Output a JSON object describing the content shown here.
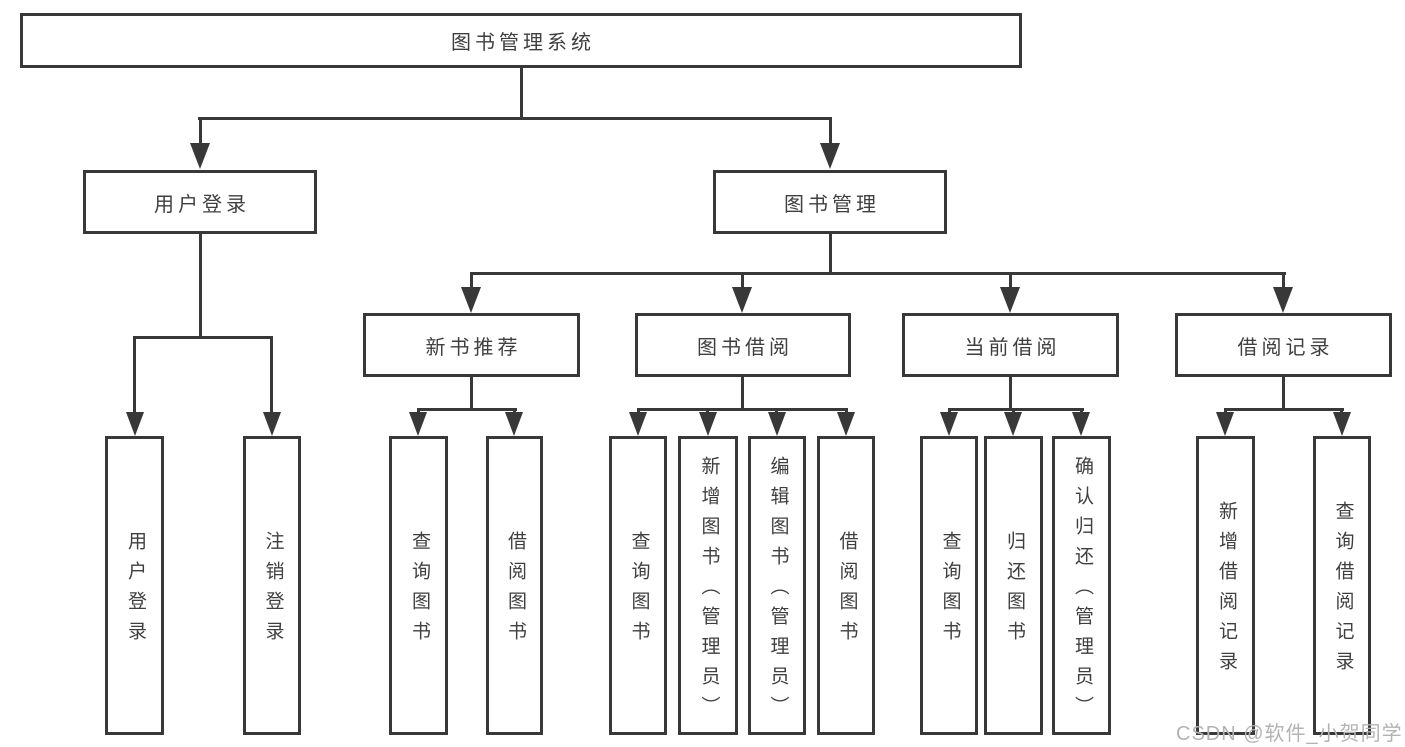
{
  "diagram": {
    "title_node": {
      "label": "图书管理系统"
    },
    "level2": [
      {
        "label": "用户登录"
      },
      {
        "label": "图书管理"
      }
    ],
    "level3": [
      {
        "label": "新书推荐",
        "parent": "图书管理"
      },
      {
        "label": "图书借阅",
        "parent": "图书管理"
      },
      {
        "label": "当前借阅",
        "parent": "图书管理"
      },
      {
        "label": "借阅记录",
        "parent": "图书管理"
      }
    ],
    "leaves": [
      {
        "label": "用户登录",
        "parent": "用户登录"
      },
      {
        "label": "注销登录",
        "parent": "用户登录"
      },
      {
        "label": "查询图书",
        "parent": "新书推荐"
      },
      {
        "label": "借阅图书",
        "parent": "新书推荐"
      },
      {
        "label": "查询图书",
        "parent": "图书借阅"
      },
      {
        "label": "新增图书（管理员）",
        "parent": "图书借阅"
      },
      {
        "label": "编辑图书（管理员）",
        "parent": "图书借阅"
      },
      {
        "label": "借阅图书",
        "parent": "图书借阅"
      },
      {
        "label": "查询图书",
        "parent": "当前借阅"
      },
      {
        "label": "归还图书",
        "parent": "当前借阅"
      },
      {
        "label": "确认归还（管理员）",
        "parent": "当前借阅"
      },
      {
        "label": "新增借阅记录",
        "parent": "借阅记录"
      },
      {
        "label": "查询借阅记录",
        "parent": "借阅记录"
      }
    ]
  },
  "watermark": "CSDN @软件_小贺同学",
  "colors": {
    "line": "#383838",
    "text": "#3f3f3f",
    "watermark": "#b3b3b3",
    "background": "#ffffff"
  }
}
